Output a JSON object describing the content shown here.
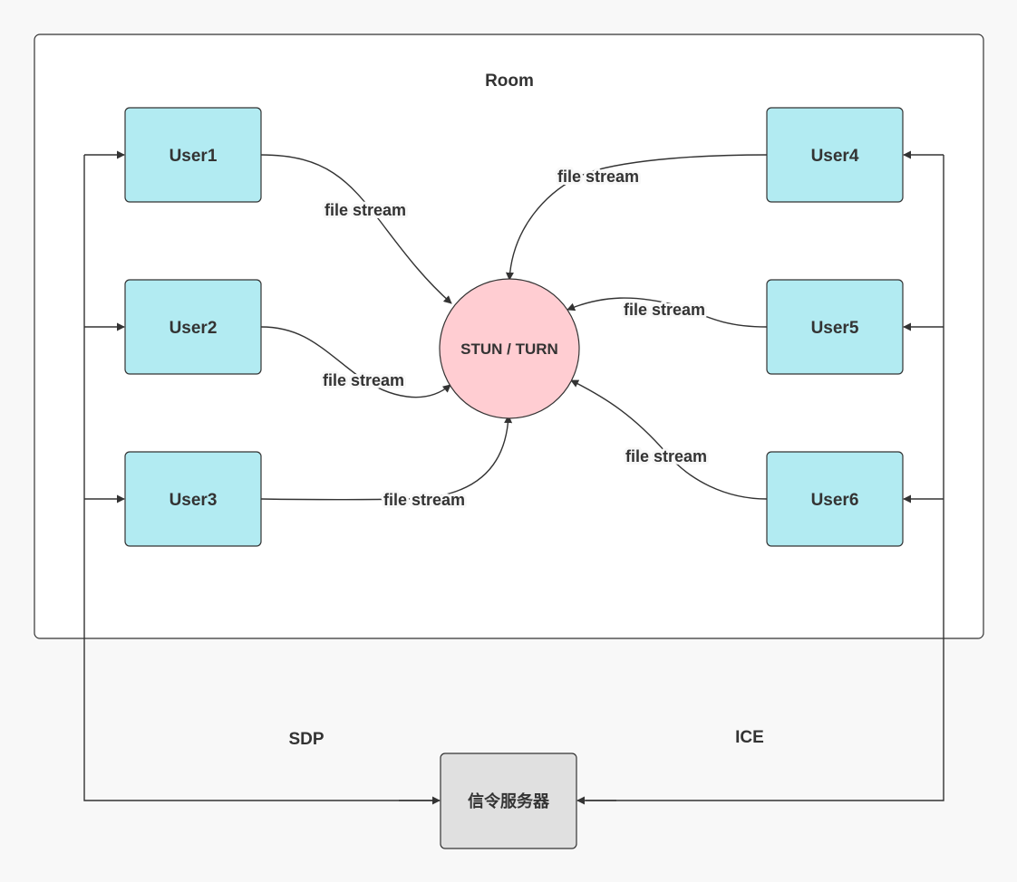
{
  "room": {
    "label": "Room"
  },
  "users": {
    "user1": "User1",
    "user2": "User2",
    "user3": "User3",
    "user4": "User4",
    "user5": "User5",
    "user6": "User6"
  },
  "relay": {
    "label": "STUN / TURN"
  },
  "signaling": {
    "label": "信令服务器"
  },
  "edges": {
    "file_stream": "file stream",
    "sdp": "SDP",
    "ice": "ICE"
  },
  "colors": {
    "user_fill": "#b2ebf2",
    "relay_fill": "#ffcdd2",
    "server_fill": "#e0e0e0",
    "stroke": "#333333",
    "background": "#f8f8f8"
  }
}
